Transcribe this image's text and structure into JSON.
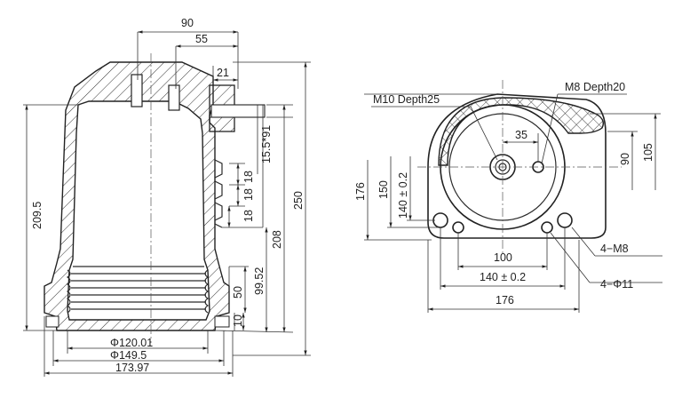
{
  "side_view": {
    "dims": {
      "top_90": "90",
      "top_55": "55",
      "top_21": "21",
      "v_15_5_91": "15.5*91",
      "v_18_a": "18",
      "v_18_b": "18",
      "v_18_c": "18",
      "v_209_5": "209.5",
      "v_250": "250",
      "v_208": "208",
      "v_99_52": "99.52",
      "v_50": "50",
      "v_10": "10",
      "d_120": "Φ120.01",
      "d_149": "Φ149.5",
      "d_173": "173.97"
    }
  },
  "top_view": {
    "labels": {
      "m10": "M10 Depth25",
      "m8": "M8 Depth20",
      "holes_4m8": "4−M8",
      "holes_4d11": "4−Φ11"
    },
    "dims": {
      "h_35": "35",
      "h_100": "100",
      "h_140": "140 ± 0.2",
      "h_176": "176",
      "v_176": "176",
      "v_150": "150",
      "v_140": "140 ± 0.2",
      "v_90": "90",
      "v_105": "105"
    }
  },
  "colors": {
    "line": "#222222",
    "background": "#ffffff"
  }
}
